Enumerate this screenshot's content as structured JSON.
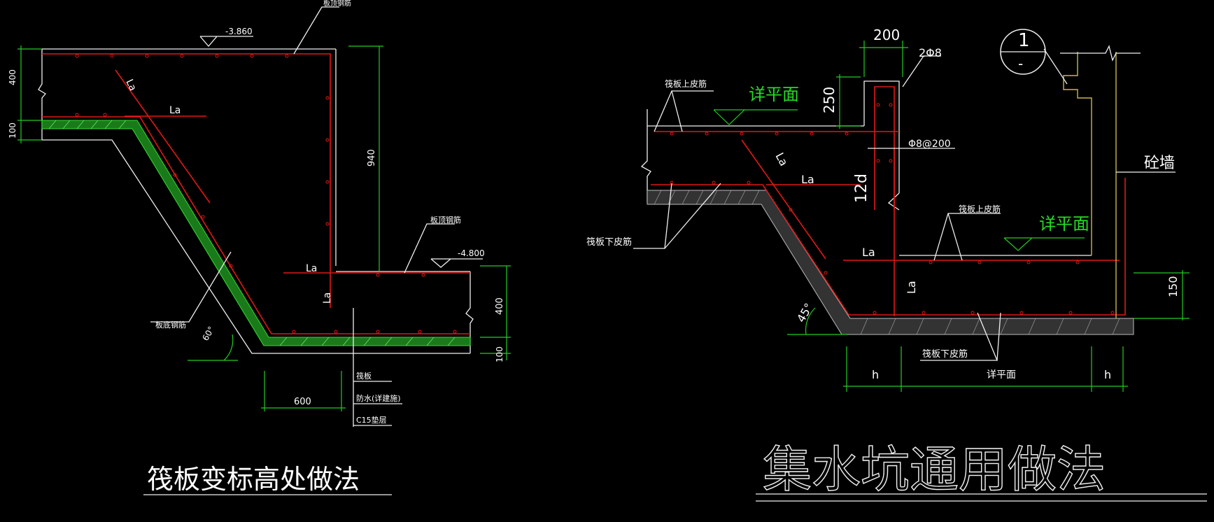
{
  "left": {
    "title": "筏板变标高处做法",
    "elev_top": "-3.860",
    "elev_bottom": "-4.800",
    "label_top_bar": "板顶钢筋",
    "label_top_bar2": "板顶钢筋",
    "label_bottom_bar": "板底钢筋",
    "dim_400a": "400",
    "dim_100a": "100",
    "dim_940": "940",
    "dim_400b": "400",
    "dim_100b": "100",
    "dim_600": "600",
    "angle": "60°",
    "la1": "La",
    "la2": "La",
    "la3": "La",
    "la4": "La",
    "layer1": "筏板",
    "layer2": "防水(详建施)",
    "layer3": "C15垫层"
  },
  "right": {
    "title": "集水坑通用做法",
    "circle_top": "1",
    "circle_bottom": "-",
    "wall_label": "砼墙",
    "dim_200": "200",
    "rebar_2phi8": "2Φ8",
    "dim_250": "250",
    "stirrup": "Φ8@200",
    "dim_12d": "12d",
    "detail_plan1": "详平面",
    "detail_plan2": "详平面",
    "detail_plan3": "详平面",
    "raft_top1": "筏板上皮筋",
    "raft_top2": "筏板上皮筋",
    "raft_bottom1": "筏板下皮筋",
    "raft_bottom2": "筏板下皮筋",
    "la1": "La",
    "la2": "La",
    "la3": "La",
    "la4": "La",
    "angle": "45°",
    "dim_150": "150",
    "h1": "h",
    "h2": "h"
  }
}
